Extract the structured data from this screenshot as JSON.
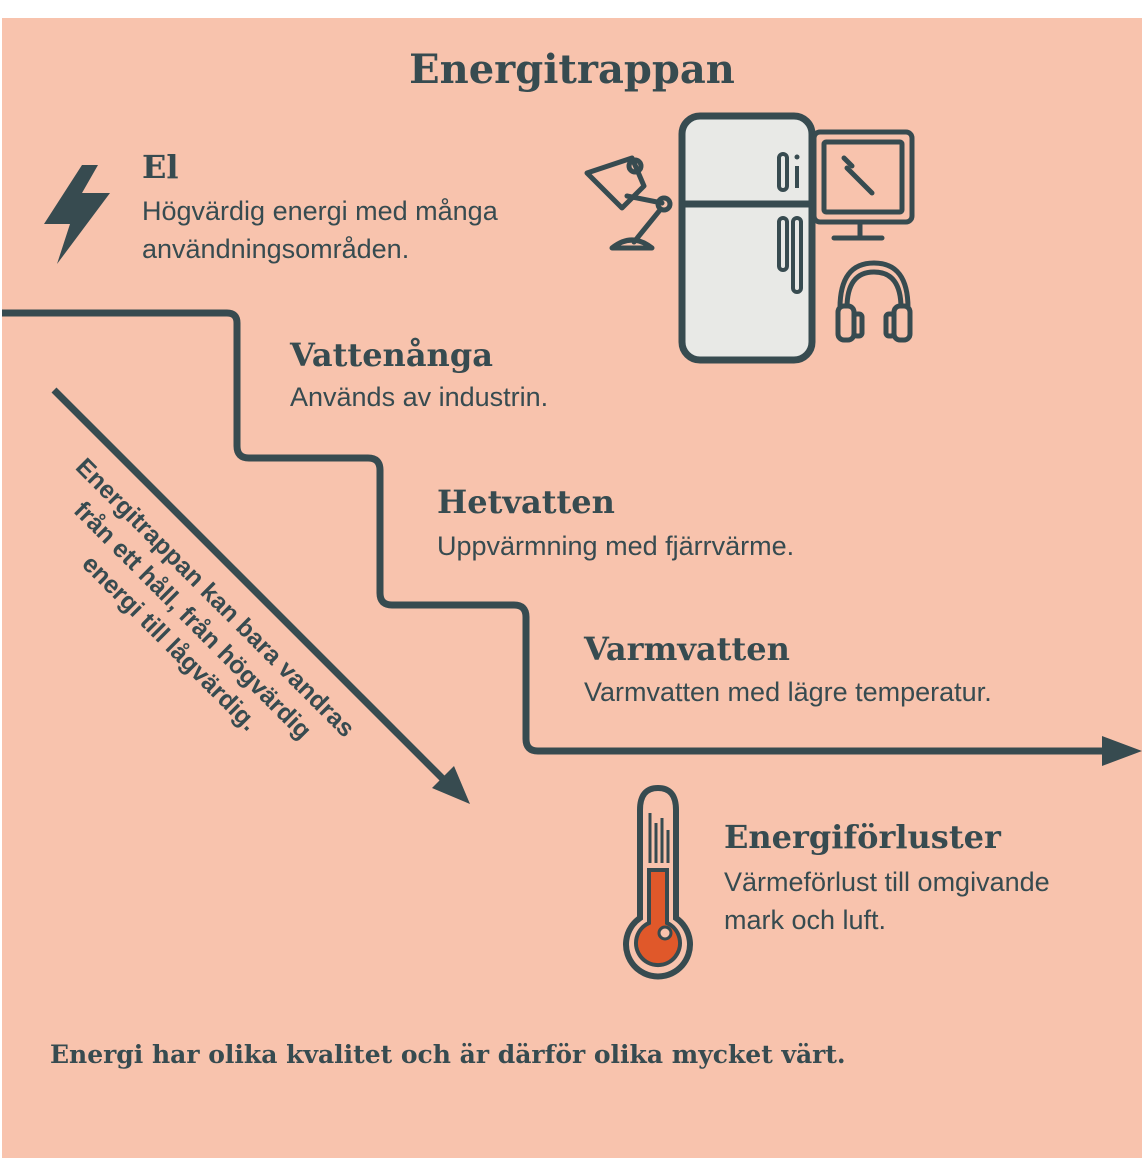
{
  "title": "Energitrappan",
  "steps": [
    {
      "heading": "El",
      "desc": [
        "Högvärdig energi med många",
        "användningsområden."
      ]
    },
    {
      "heading": "Vattenånga",
      "desc": [
        "Används av industrin."
      ]
    },
    {
      "heading": "Hetvatten",
      "desc": [
        "Uppvärmning med fjärrvärme."
      ]
    },
    {
      "heading": "Varmvatten",
      "desc": [
        "Varmvatten med lägre temperatur."
      ]
    },
    {
      "heading": "Energiförluster",
      "desc": [
        "Värmeförlust till omgivande",
        "mark och luft."
      ]
    }
  ],
  "diagonal_note": [
    "Energitrappan kan bara vandras",
    "från ett håll, från högvärdig",
    "energi till lågvärdig."
  ],
  "footer": "Energi har olika kvalitet och är därför olika mycket värt.",
  "colors": {
    "background": "#f8c3ad",
    "ink": "#374b50",
    "appliance_fill": "#e8e9e6",
    "thermometer_fill": "#e0582a"
  },
  "icons": [
    "lightning-icon",
    "desk-lamp-icon",
    "fridge-icon",
    "monitor-icon",
    "headphones-icon",
    "thermometer-icon"
  ]
}
